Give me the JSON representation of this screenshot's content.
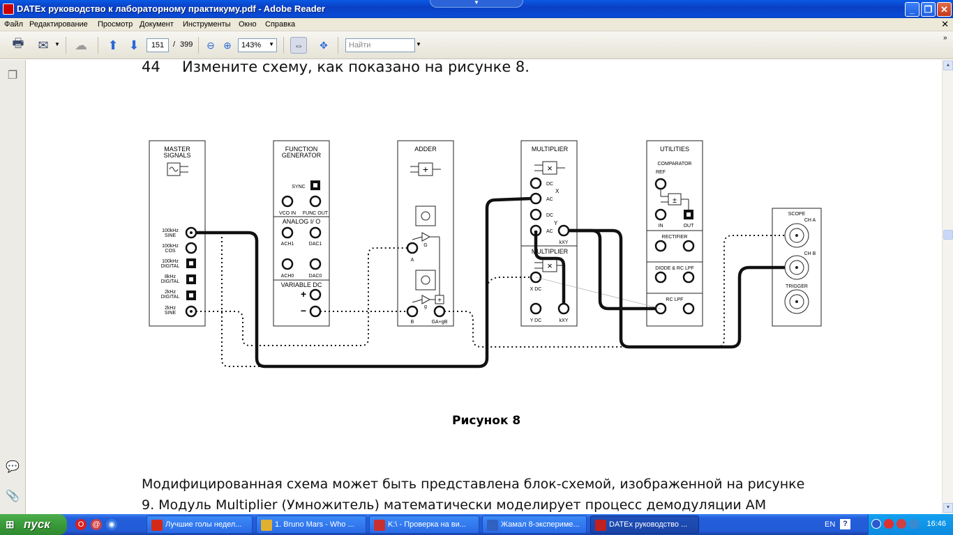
{
  "window": {
    "title": "DATEx руководство к лабораторному практикуму.pdf - Adobe Reader",
    "minimize": "_",
    "maximize": "❐",
    "close": "✕"
  },
  "menu": {
    "items": [
      "Файл",
      "Редактирование",
      "Просмотр",
      "Документ",
      "Инструменты",
      "Окно",
      "Справка"
    ],
    "close_doc": "✕"
  },
  "toolbar": {
    "page_current": "151",
    "page_sep": "/",
    "page_total": "399",
    "zoom": "143%",
    "search_placeholder": "Найти"
  },
  "document": {
    "step_number": "44",
    "step_text": "Измените схему, как показано на рисунке 8.",
    "figure_caption": "Рисунок 8",
    "paragraph_line1": "Модифицированная схема может быть представлена блок-схемой, изображенной на рисунке",
    "paragraph_line2": "9. Модуль Multiplier (Умножитель) математически моделирует процесс демодуляции AM"
  },
  "diagram": {
    "master_signals": {
      "title1": "MASTER",
      "title2": "SIGNALS",
      "ports": [
        [
          "100kHz",
          "SINE"
        ],
        [
          "100kHz",
          "COS"
        ],
        [
          "100kHz",
          "DIGITAL"
        ],
        [
          "8kHz",
          "DIGITAL"
        ],
        [
          "2kHz",
          "DIGITAL"
        ],
        [
          "2kHz",
          "SINE"
        ]
      ]
    },
    "function_generator": {
      "title1": "FUNCTION",
      "title2": "GENERATOR",
      "sync": "SYNC",
      "vco_in": "VCO IN",
      "func_out": "FUNC OUT",
      "analog_io": "ANALOG I/ O",
      "ach1": "ACH1",
      "dac1": "DAC1",
      "ach0": "ACH0",
      "dac0": "DAC0",
      "variable_dc": "VARIABLE DC",
      "plus": "+",
      "minus": "−"
    },
    "adder": {
      "title": "ADDER",
      "g_upper": "G",
      "g_lower": "g",
      "a": "A",
      "b": "B",
      "out": "GA+gB"
    },
    "multiplier": {
      "title": "MULTIPLIER",
      "dc": "DC",
      "ac": "AC",
      "x": "X",
      "y": "Y",
      "kxy": "kXY",
      "title2": "MULTIPLIER",
      "x_dc": "X DC",
      "y_dc": "Y DC",
      "kxy2": "kXY"
    },
    "utilities": {
      "title": "UTILITIES",
      "comparator": "COMPARATOR",
      "ref": "REF",
      "in": "IN",
      "out": "OUT",
      "rectifier": "RECTIFIER",
      "diode_rc_lpf": "DIODE & RC LPF",
      "rc_lpf": "RC LPF"
    },
    "scope": {
      "title": "SCOPE",
      "cha": "CH A",
      "chb": "CH B",
      "trigger": "TRIGGER"
    }
  },
  "taskbar": {
    "start": "пуск",
    "tasks": [
      {
        "label": "Лучшие голы недел...",
        "color": "#d42a1a"
      },
      {
        "label": "1. Bruno Mars - Who ...",
        "color": "#e0b030"
      },
      {
        "label": "K:\\ - Проверка на ви...",
        "color": "#c83030"
      },
      {
        "label": "Жамал 8-эксперимe...",
        "color": "#3060c0"
      },
      {
        "label": "DATEx руководство ...",
        "color": "#c02020"
      }
    ],
    "lang": "EN",
    "clock": "16:46"
  }
}
